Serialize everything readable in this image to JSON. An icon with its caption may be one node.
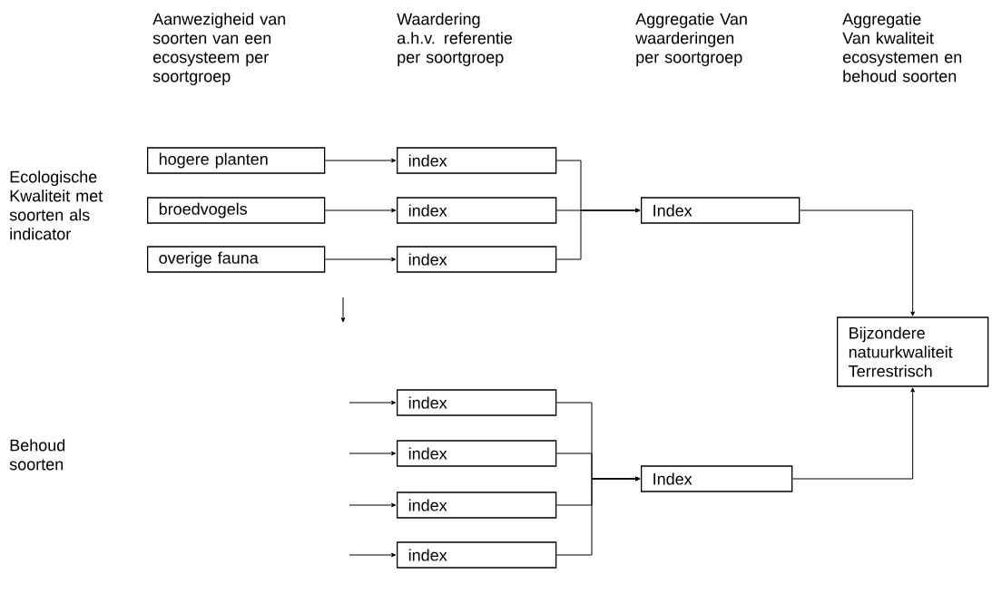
{
  "diagram": {
    "nodes": [
      {
        "text": [
          "hogere planten"
        ]
      },
      {
        "text": [
          "index"
        ]
      },
      {
        "text": [
          "broedvogels"
        ]
      },
      {
        "text": [
          "index"
        ]
      },
      {
        "text": [
          "Index"
        ]
      },
      {
        "text": [
          "overige fauna"
        ]
      },
      {
        "text": [
          "index"
        ]
      },
      {
        "text": [
          "Bijzondere natuurkwaliteit Terrestrisch"
        ]
      },
      {
        "text": [
          "index"
        ]
      },
      {
        "text": [
          "index"
        ]
      },
      {
        "text": [
          "Index"
        ]
      },
      {
        "text": [
          "index"
        ]
      },
      {
        "text": [
          "index"
        ]
      }
    ],
    "edges": [
      {
        "from": 0,
        "to": 1,
        "arrow": "to"
      },
      {
        "from": 2,
        "to": 3,
        "arrow": "to"
      },
      {
        "from": 5,
        "to": 6,
        "arrow": "to"
      },
      {
        "from": 1,
        "to": 4,
        "arrow": "to"
      },
      {
        "from": 3,
        "to": 4,
        "arrow": "to"
      },
      {
        "from": 6,
        "to": 4,
        "arrow": "to"
      },
      {
        "from": 4,
        "to": 7,
        "arrow": "to"
      },
      {
        "from": null,
        "to": 8,
        "arrow": "to"
      },
      {
        "from": null,
        "to": 9,
        "arrow": "to"
      },
      {
        "from": null,
        "to": 11,
        "arrow": "to"
      },
      {
        "from": null,
        "to": 12,
        "arrow": "to"
      },
      {
        "from": 8,
        "to": 10,
        "arrow": "to"
      },
      {
        "from": 9,
        "to": 10,
        "arrow": "to"
      },
      {
        "from": 11,
        "to": 10,
        "arrow": "to"
      },
      {
        "from": 12,
        "to": 10,
        "arrow": "to"
      },
      {
        "from": 10,
        "to": 7,
        "arrow": "to"
      }
    ],
    "labels": [
      "Aanwezigheid van soorten van een ecosysteem per soortgroep",
      "Waardering a.h.v. referentie per soortgroep",
      "Aggregatie Van waarderingen per soortgroep",
      "Aggregatie Van kwaliteit ecosystemen en behoud soorten",
      "Ecologische Kwaliteit met soorten als indicator",
      "Behoud soorten"
    ]
  }
}
